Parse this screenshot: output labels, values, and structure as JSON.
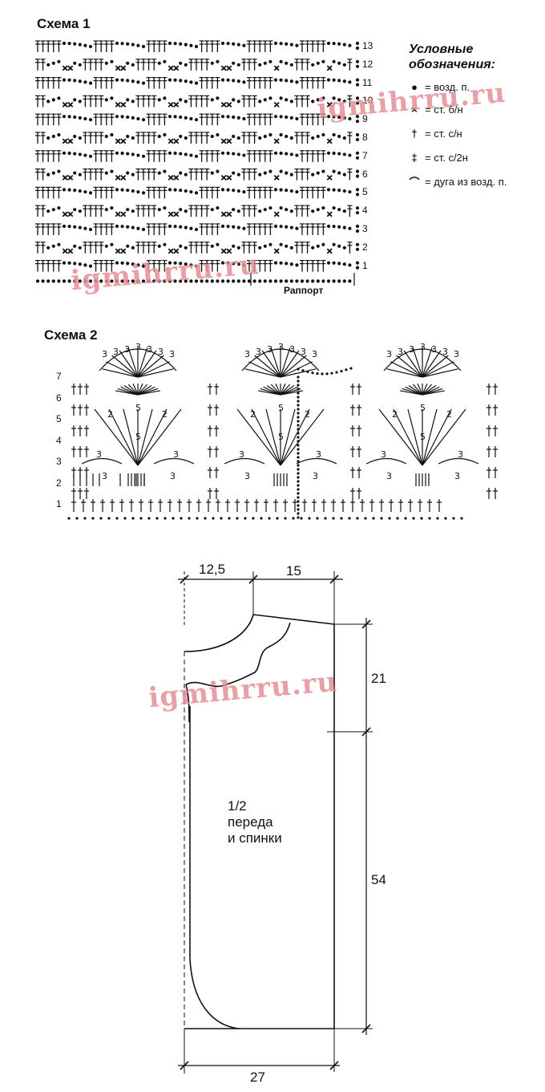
{
  "scheme1": {
    "title": "Схема 1",
    "rows": [
      "13",
      "12",
      "11",
      "10",
      "9",
      "8",
      "7",
      "6",
      "5",
      "4",
      "3",
      "2",
      "1"
    ],
    "rapport_label": "Раппорт"
  },
  "legend": {
    "title_line1": "Условные",
    "title_line2": "обозначения:",
    "items": [
      {
        "symbol": "chain-dot-icon",
        "text": "= возд. п."
      },
      {
        "symbol": "sc-cross-icon",
        "text": "= ст. б/н"
      },
      {
        "symbol": "dc-icon",
        "text": "= ст. с/н"
      },
      {
        "symbol": "hdc-icon",
        "text": "= ст. с/2н"
      },
      {
        "symbol": "chain-arc-icon",
        "text": "= дуга из возд. п."
      }
    ]
  },
  "scheme2": {
    "title": "Схема 2",
    "rows": [
      "7",
      "6",
      "5",
      "4",
      "3",
      "2",
      "1"
    ]
  },
  "pattern": {
    "dims": {
      "top_left": "12,5",
      "top_right": "15",
      "right_upper": "21",
      "right_lower": "54",
      "bottom": "27"
    },
    "label_line1": "1/2",
    "label_line2": "переда",
    "label_line3": "и спинки"
  },
  "watermark": "igmihrru.ru",
  "colors": {
    "ink": "#111111",
    "watermark": "#e58f97"
  }
}
